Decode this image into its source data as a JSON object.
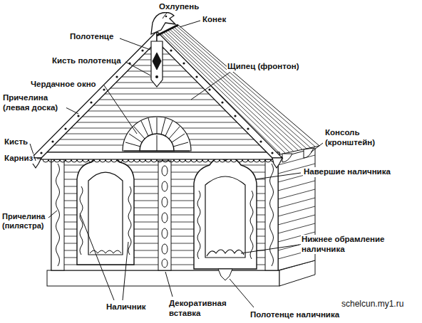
{
  "diagram": {
    "labels": [
      "Охлупень",
      "Конек",
      "Полотенце",
      "Кисть полотенца",
      "Щипец (фронтон)",
      "Чердачное окно",
      "Причелина (левая доска)",
      "Консоль (кронштейн)",
      "Кисть",
      "Карниз",
      "Навершие наличника",
      "Причелина (пилястра)",
      "Нижнее обрамление наличника",
      "Наличник",
      "Декоративная вставка",
      "Полотенце наличника",
      "schelcun.my1.ru"
    ]
  }
}
